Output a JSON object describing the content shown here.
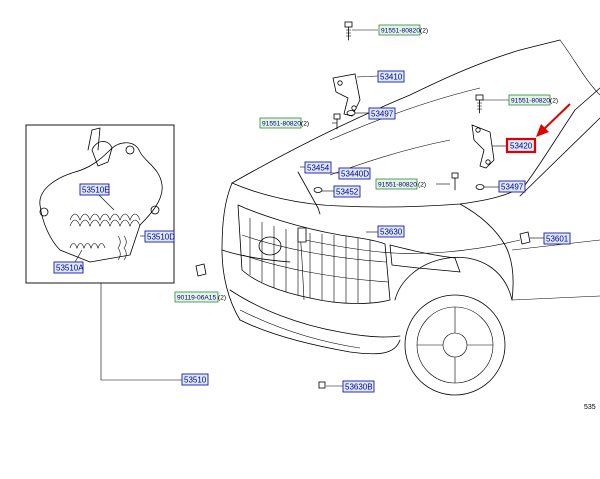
{
  "labels": {
    "p91551_top": "91551-80820",
    "p91551_top_qty": "(2)",
    "p53410": "53410",
    "p53497_left": "53497",
    "p91551_left": "91551-80820",
    "p91551_left_qty": "(2)",
    "p91551_right": "91551-80820",
    "p91551_right_qty": "(2)",
    "p53420": "53420",
    "p53454": "53454",
    "p53440D": "53440D",
    "p53452": "53452",
    "p91551_mid": "91551-80820",
    "p91551_mid_qty": "(2)",
    "p53497_right": "53497",
    "p53630": "53630",
    "p53601": "53601",
    "p90119": "90119-06A15",
    "p90119_qty": "(2)",
    "p53510": "53510",
    "p53630B": "53630B",
    "p53510E": "53510E",
    "p53510D": "53510D",
    "p53510A": "53510A",
    "corner_ref": "535"
  },
  "colors": {
    "label_fill": "#dde9ff",
    "label_stroke": "#1a1aaa",
    "partno_fill": "#e4f4e4",
    "partno_stroke": "#2b8a3e",
    "highlight": "#e00000",
    "text": "#000080"
  }
}
